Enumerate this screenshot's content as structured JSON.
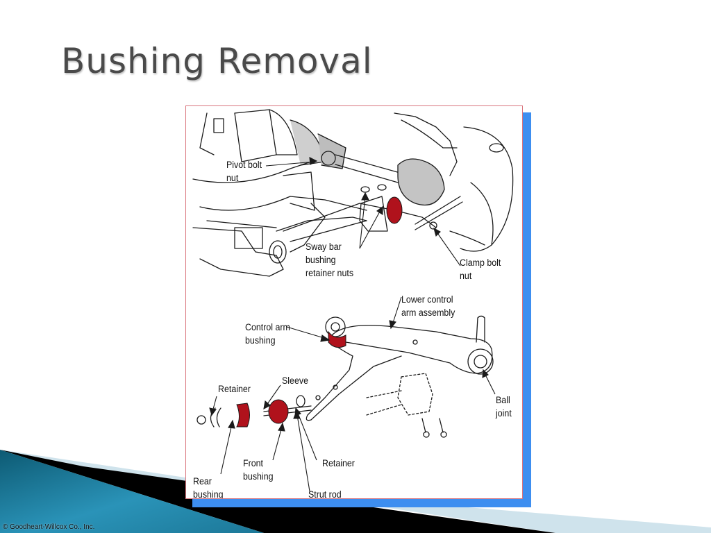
{
  "slide": {
    "title": "Bushing Removal",
    "copyright": "© Goodheart-Willcox Co., Inc."
  },
  "figure": {
    "frame_border_color": "#d9747c",
    "shadow_color": "#3d8ef0",
    "highlight_color": "#b0121c",
    "callouts": [
      {
        "id": "pivot-bolt-nut",
        "text": "Pivot bolt\nnut"
      },
      {
        "id": "sway-bar-bushing-retainer-nuts",
        "text": "Sway bar\nbushing\nretainer nuts"
      },
      {
        "id": "clamp-bolt-nut",
        "text": "Clamp bolt\nnut"
      },
      {
        "id": "lower-control-arm-assembly",
        "text": "Lower control\narm assembly"
      },
      {
        "id": "control-arm-bushing",
        "text": "Control arm\nbushing"
      },
      {
        "id": "sleeve",
        "text": "Sleeve"
      },
      {
        "id": "retainer-rear",
        "text": "Retainer"
      },
      {
        "id": "ball-joint",
        "text": "Ball\njoint"
      },
      {
        "id": "front-bushing",
        "text": "Front\nbushing"
      },
      {
        "id": "retainer-front",
        "text": "Retainer"
      },
      {
        "id": "rear-bushing",
        "text": "Rear\nbushing"
      },
      {
        "id": "strut-rod",
        "text": "Strut rod"
      }
    ]
  },
  "decor": {
    "teal_dark": "#0e5f78",
    "teal_light": "#4fb3d3",
    "pale_blue": "#cfe3ec",
    "black_band": "#000000"
  }
}
